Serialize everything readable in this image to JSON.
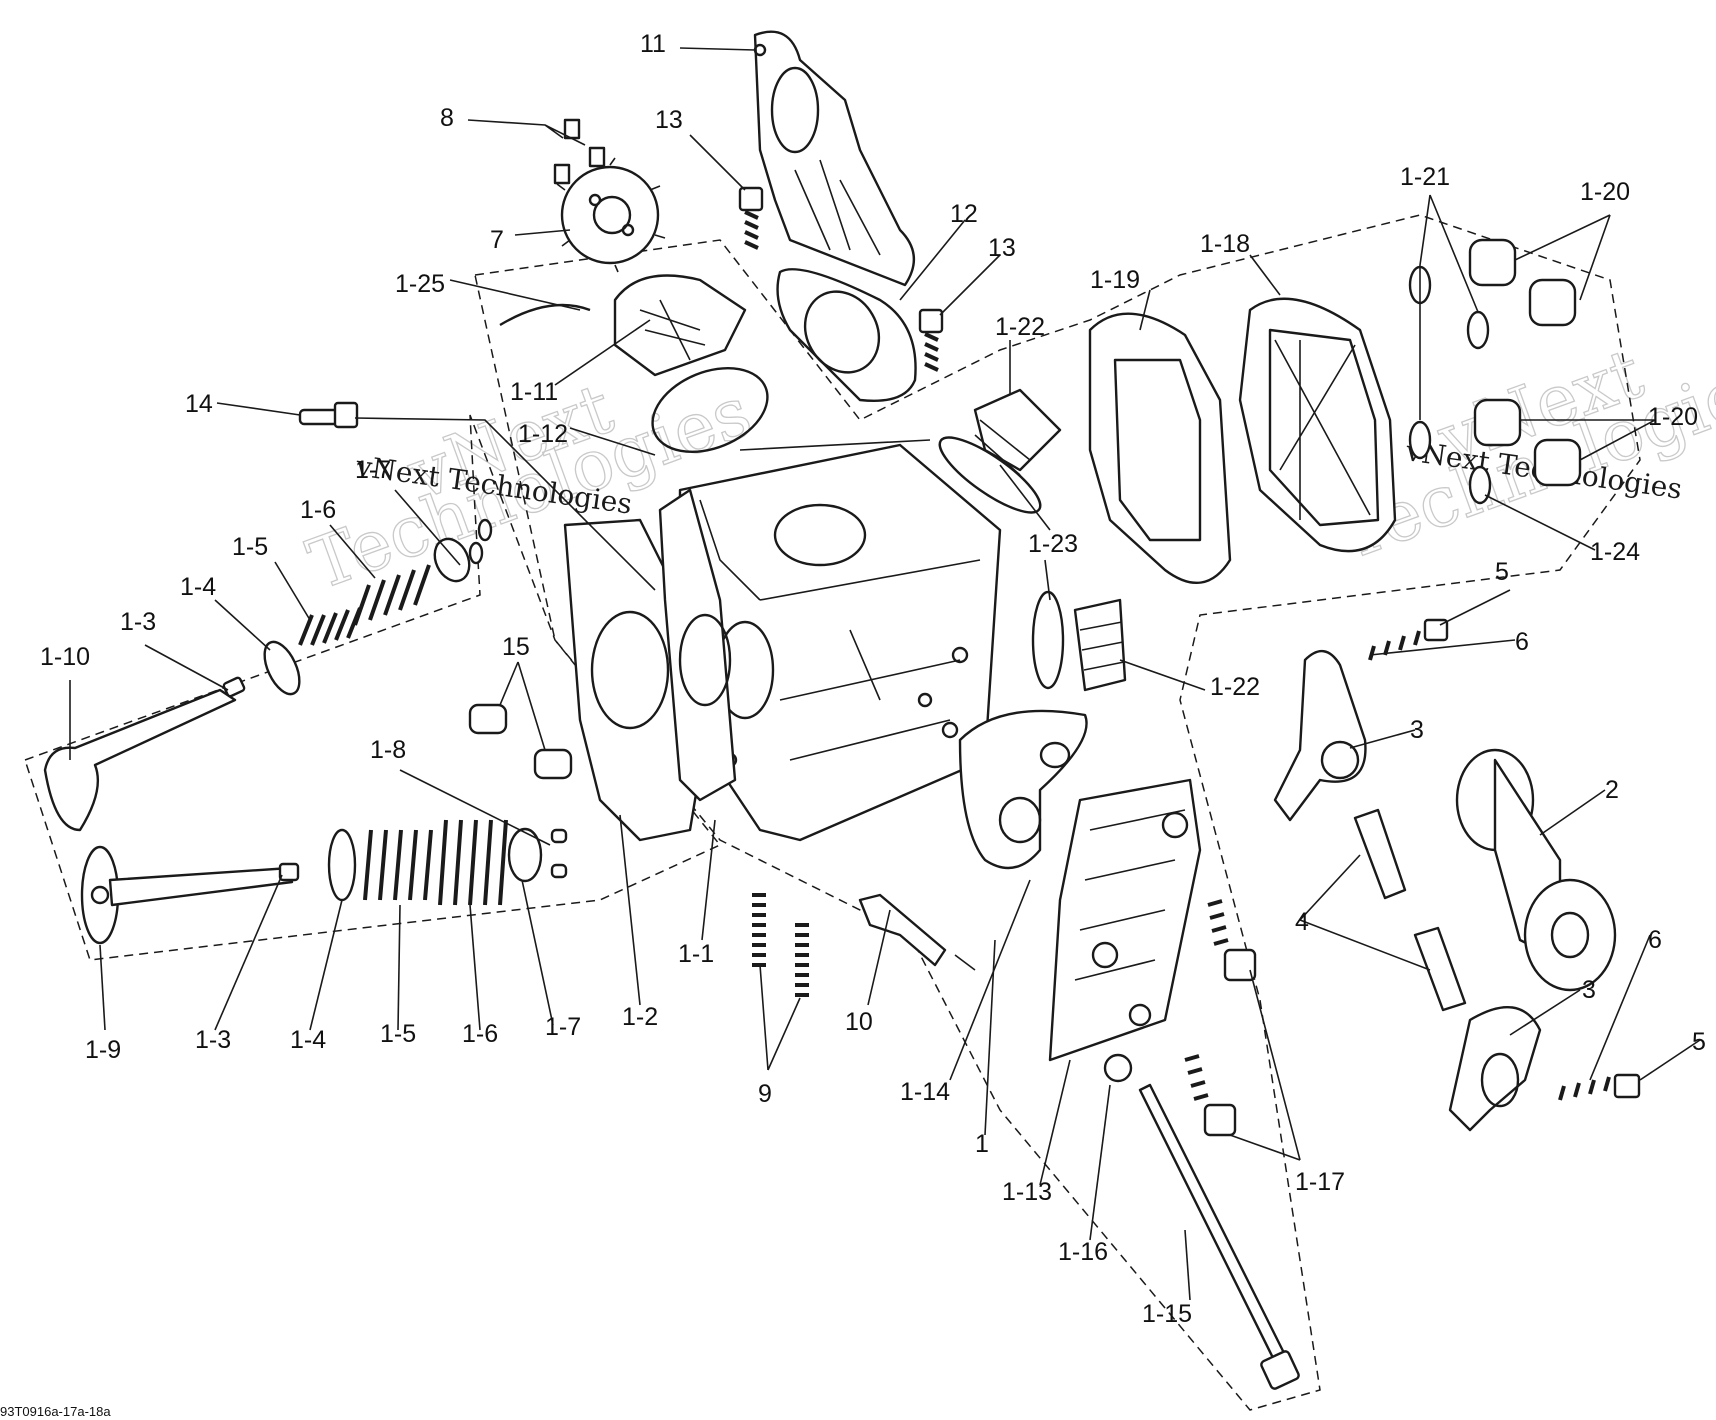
{
  "diagram": {
    "callouts": [
      {
        "id": "11",
        "text": "11"
      },
      {
        "id": "8",
        "text": "8"
      },
      {
        "id": "13a",
        "text": "13"
      },
      {
        "id": "7",
        "text": "7"
      },
      {
        "id": "12",
        "text": "12"
      },
      {
        "id": "13b",
        "text": "13"
      },
      {
        "id": "1-25",
        "text": "1-25"
      },
      {
        "id": "1-11",
        "text": "1-11"
      },
      {
        "id": "14",
        "text": "14"
      },
      {
        "id": "1-12",
        "text": "1-12"
      },
      {
        "id": "1-7a",
        "text": "1-7"
      },
      {
        "id": "1-6a",
        "text": "1-6"
      },
      {
        "id": "1-5a",
        "text": "1-5"
      },
      {
        "id": "1-4a",
        "text": "1-4"
      },
      {
        "id": "1-3a",
        "text": "1-3"
      },
      {
        "id": "1-10",
        "text": "1-10"
      },
      {
        "id": "15",
        "text": "15"
      },
      {
        "id": "1-8",
        "text": "1-8"
      },
      {
        "id": "1-9",
        "text": "1-9"
      },
      {
        "id": "1-3b",
        "text": "1-3"
      },
      {
        "id": "1-4b",
        "text": "1-4"
      },
      {
        "id": "1-5b",
        "text": "1-5"
      },
      {
        "id": "1-6b",
        "text": "1-6"
      },
      {
        "id": "1-7b",
        "text": "1-7"
      },
      {
        "id": "1-2",
        "text": "1-2"
      },
      {
        "id": "1-1",
        "text": "1-1"
      },
      {
        "id": "9",
        "text": "9"
      },
      {
        "id": "10",
        "text": "10"
      },
      {
        "id": "1-14",
        "text": "1-14"
      },
      {
        "id": "1",
        "text": "1"
      },
      {
        "id": "1-13",
        "text": "1-13"
      },
      {
        "id": "1-16",
        "text": "1-16"
      },
      {
        "id": "1-15",
        "text": "1-15"
      },
      {
        "id": "1-17",
        "text": "1-17"
      },
      {
        "id": "1-22a",
        "text": "1-22"
      },
      {
        "id": "1-23",
        "text": "1-23"
      },
      {
        "id": "1-19",
        "text": "1-19"
      },
      {
        "id": "1-18",
        "text": "1-18"
      },
      {
        "id": "1-21",
        "text": "1-21"
      },
      {
        "id": "1-20a",
        "text": "1-20"
      },
      {
        "id": "1-20b",
        "text": "1-20"
      },
      {
        "id": "1-24",
        "text": "1-24"
      },
      {
        "id": "1-22b",
        "text": "1-22"
      },
      {
        "id": "5a",
        "text": "5"
      },
      {
        "id": "6a",
        "text": "6"
      },
      {
        "id": "3a",
        "text": "3"
      },
      {
        "id": "2",
        "text": "2"
      },
      {
        "id": "4",
        "text": "4"
      },
      {
        "id": "3b",
        "text": "3"
      },
      {
        "id": "6b",
        "text": "6"
      },
      {
        "id": "5b",
        "text": "5"
      }
    ],
    "watermark_left_line1": "vNext",
    "watermark_left_line2": "Technologies",
    "watermark_left_overlay": "vNext Technologies",
    "watermark_right_line1": "vNext",
    "watermark_right_line2": "Technologies",
    "watermark_right_overlay": "vNext Technologies",
    "figure_reference": "93T0916a-17a-18a"
  }
}
